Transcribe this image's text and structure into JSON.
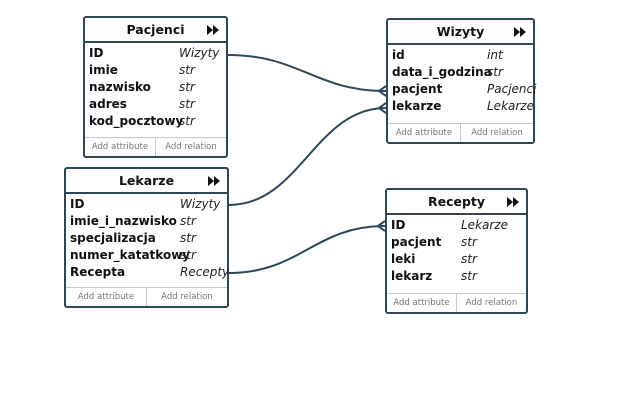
{
  "colors": {
    "border": "#2d4756",
    "link": "#2d4756",
    "footer_text": "#777777"
  },
  "entities": [
    {
      "title": "Pacjenci",
      "attributes": [
        {
          "name": "ID",
          "type": "Wizyty"
        },
        {
          "name": "imie",
          "type": "str"
        },
        {
          "name": "nazwisko",
          "type": "str"
        },
        {
          "name": "adres",
          "type": "str"
        },
        {
          "name": "kod_pocztowy",
          "type": "str"
        }
      ],
      "add_attribute": "Add attribute",
      "add_relation": "Add relation"
    },
    {
      "title": "Wizyty",
      "attributes": [
        {
          "name": "id",
          "type": "int"
        },
        {
          "name": "data_i_godzina",
          "type": "str"
        },
        {
          "name": "pacjent",
          "type": "Pacjenci"
        },
        {
          "name": "lekarze",
          "type": "Lekarze"
        }
      ],
      "add_attribute": "Add attribute",
      "add_relation": "Add relation"
    },
    {
      "title": "Lekarze",
      "attributes": [
        {
          "name": "ID",
          "type": "Wizyty"
        },
        {
          "name": "imie_i_nazwisko",
          "type": "str"
        },
        {
          "name": "specjalizacja",
          "type": "str"
        },
        {
          "name": "numer_katatkowy",
          "type": "str"
        },
        {
          "name": "Recepta",
          "type": "Recepty"
        }
      ],
      "add_attribute": "Add attribute",
      "add_relation": "Add relation"
    },
    {
      "title": "Recepty",
      "attributes": [
        {
          "name": "ID",
          "type": "Lekarze"
        },
        {
          "name": "pacjent",
          "type": "str"
        },
        {
          "name": "leki",
          "type": "str"
        },
        {
          "name": "lekarz",
          "type": "str"
        }
      ],
      "add_attribute": "Add attribute",
      "add_relation": "Add relation"
    }
  ]
}
